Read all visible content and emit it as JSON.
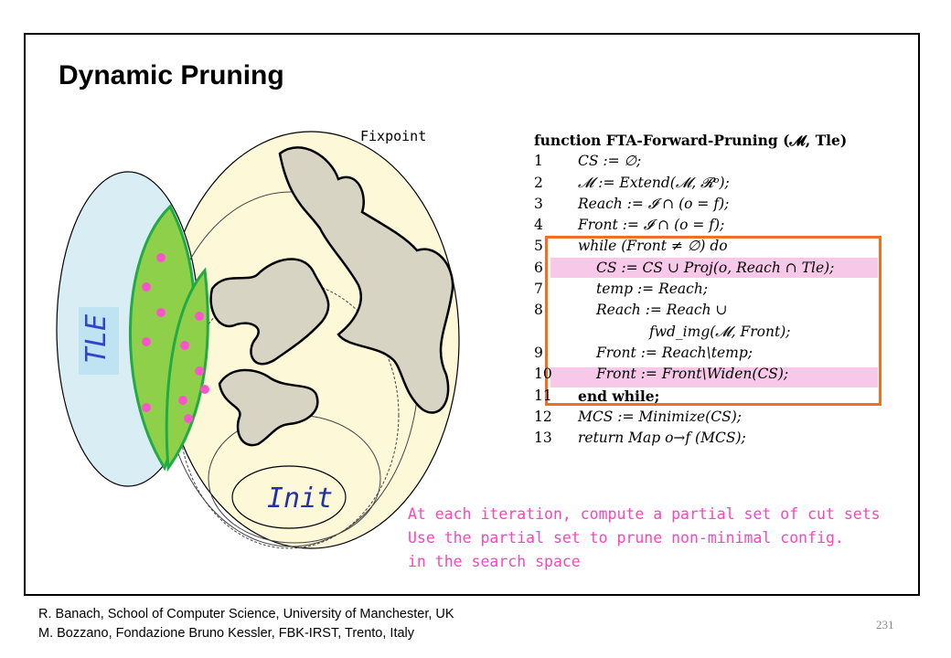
{
  "slide": {
    "title": "Dynamic Pruning",
    "diagram": {
      "fixpoint_label": "Fixpoint",
      "tle_label": "TLE",
      "init_label": "Init"
    },
    "algorithm": {
      "header": "function FTA-Forward-Pruning (𝓜, Tle)",
      "lines": [
        {
          "n": "1",
          "text": "CS := ∅;"
        },
        {
          "n": "2",
          "text": "𝓜 := Extend(𝓜, 𝓡ᵒ);"
        },
        {
          "n": "3",
          "text": "Reach := 𝓘 ∩ (o = f);"
        },
        {
          "n": "4",
          "text": "Front := 𝓘 ∩ (o = f);"
        },
        {
          "n": "5",
          "text": "while (Front ≠ ∅) do"
        },
        {
          "n": "6",
          "text": "CS := CS ∪ Proj(o, Reach ∩ Tle);"
        },
        {
          "n": "7",
          "text": "temp := Reach;"
        },
        {
          "n": "8",
          "text": "Reach := Reach ∪"
        },
        {
          "n": "",
          "text": "fwd_img(𝓜, Front);"
        },
        {
          "n": "9",
          "text": "Front := Reach\\temp;"
        },
        {
          "n": "10",
          "text": "Front := Front\\Widen(CS);"
        },
        {
          "n": "11",
          "text": "end while;"
        },
        {
          "n": "12",
          "text": "MCS := Minimize(CS);"
        },
        {
          "n": "13",
          "text": "return Map o→f (MCS);"
        }
      ]
    },
    "note": [
      "At each iteration, compute a partial set of cut sets",
      "Use the partial set to prune non-minimal config.",
      "in the search space"
    ],
    "footer": [
      "R. Banach, School of  Computer Science, University of Manchester, UK",
      "M. Bozzano, Fondazione  Bruno Kessler, FBK-IRST, Trento, Italy"
    ],
    "page_number": "231",
    "colors": {
      "frame": "#000000",
      "highlight": "#f8c8e8",
      "loop_box": "#f07020",
      "note_text": "#ff44bb",
      "tle_fill": "#d8eef4",
      "region_fill": "#fdf8d8",
      "green_fill": "#8ed04a",
      "green_stroke": "#22aa44",
      "blob_fill": "#d8d4c4",
      "dots": "#ff55cc"
    }
  }
}
